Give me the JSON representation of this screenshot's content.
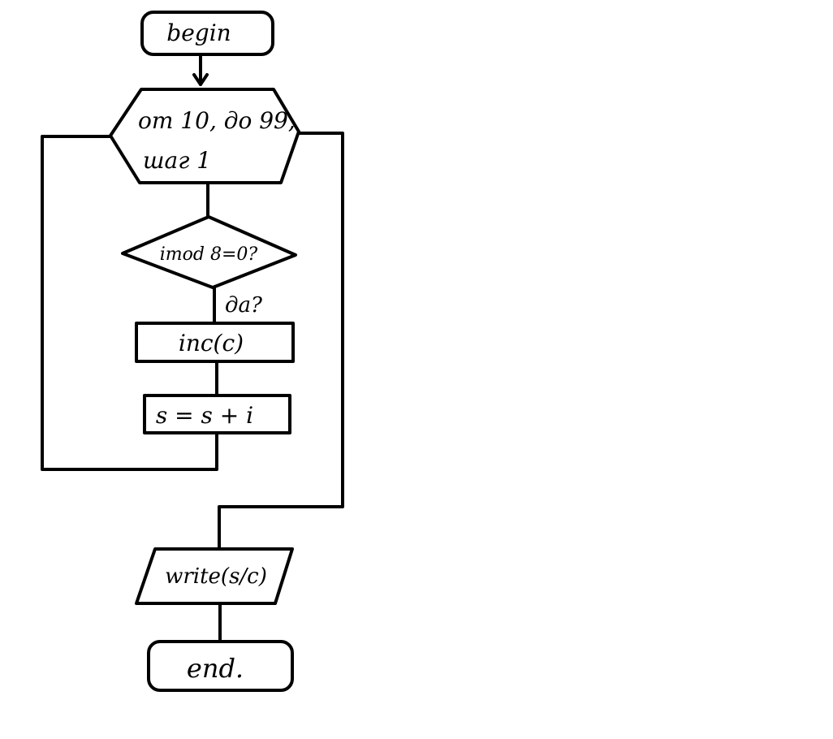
{
  "flowchart": {
    "start": {
      "label": "begin"
    },
    "loop": {
      "line1": "от 10, до 99,",
      "line2": "шаг 1"
    },
    "condition": {
      "label": "imod 8=0?"
    },
    "yes_branch": {
      "label": "да?"
    },
    "increment": {
      "label": "inc(c)"
    },
    "accumulate": {
      "label": "s = s + i"
    },
    "output": {
      "label": "write(s/c)"
    },
    "end": {
      "label": "end."
    }
  }
}
